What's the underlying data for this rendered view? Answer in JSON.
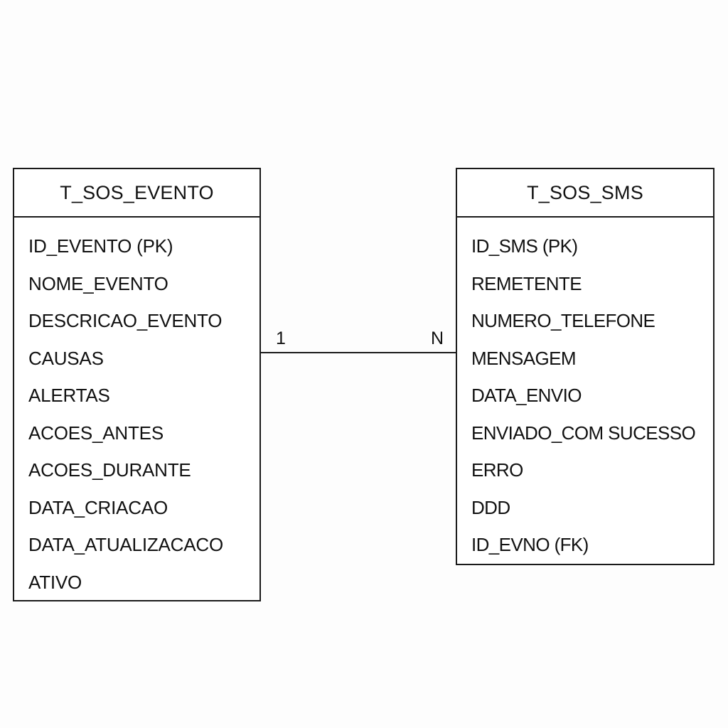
{
  "entities": {
    "left": {
      "name": "T_SOS_EVENTO",
      "fields": [
        "ID_EVENTO (PK)",
        "NOME_EVENTO",
        "DESCRICAO_EVENTO",
        "CAUSAS",
        "ALERTAS",
        "ACOES_ANTES",
        "ACOES_DURANTE",
        "DATA_CRIACAO",
        "DATA_ATUALIZACACO",
        "ATIVO"
      ]
    },
    "right": {
      "name": "T_SOS_SMS",
      "fields": [
        "ID_SMS (PK)",
        "REMETENTE",
        "NUMERO_TELEFONE",
        "MENSAGEM",
        "DATA_ENVIO",
        "ENVIADO_COM SUCESSO",
        "ERRO",
        "DDD",
        "ID_EVNO (FK)"
      ]
    }
  },
  "relationship": {
    "left_cardinality": "1",
    "right_cardinality": "N"
  }
}
